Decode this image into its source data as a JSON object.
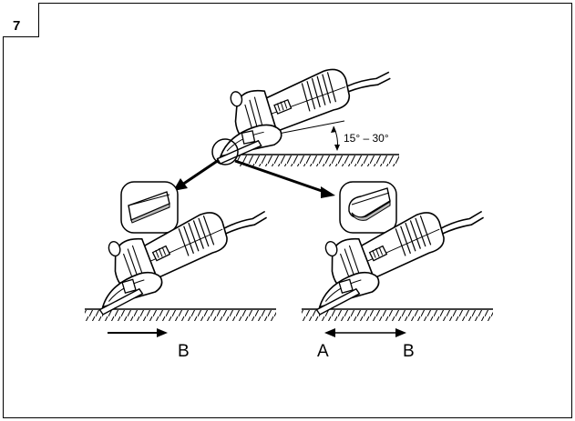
{
  "figure": {
    "number": "7",
    "angle_label": "15° – 30°",
    "left_direction": "B",
    "right_left_direction": "A",
    "right_right_direction": "B"
  },
  "icons": {
    "top": "angle-grinder-icon",
    "left_bottom": "angle-grinder-icon",
    "right_bottom": "angle-grinder-icon",
    "detail_left": "disc-edge-detail-icon",
    "detail_right": "disc-edge-detail-icon"
  },
  "colors": {
    "line": "#000000",
    "fill": "#ffffff",
    "hatch": "#000000"
  }
}
